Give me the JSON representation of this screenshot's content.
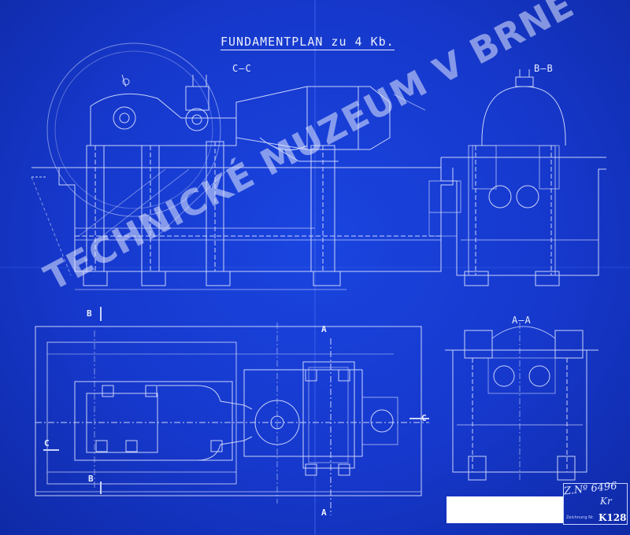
{
  "title": "FUNDAMENTPLAN zu 4 Kb.",
  "sections": {
    "cc": "C–C",
    "bb": "B–B",
    "aa": "A–A"
  },
  "cut_marks": {
    "b_top": "B",
    "b_bottom": "B",
    "a_top": "A",
    "a_bottom": "A",
    "c_left": "C",
    "c_right": "C"
  },
  "watermark": "TECHNICKÉ MUZEUM V BRNĚ",
  "archive_number": "Z.Nº 6496",
  "signature": "Kr",
  "drawing_number": "K128",
  "drawing_number_label": "Zeichnung Nr.",
  "colors": {
    "paper": "#1638cc",
    "line": "#e9eeff"
  }
}
